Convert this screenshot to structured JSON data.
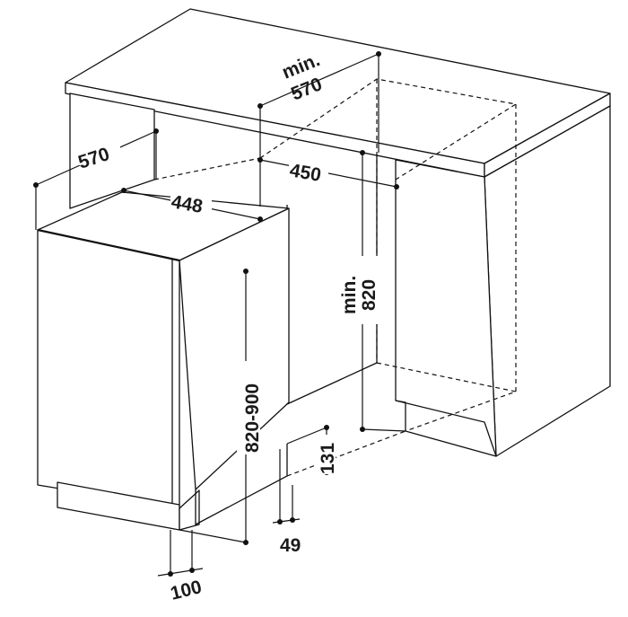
{
  "diagram": {
    "labels": {
      "min_top": "min.",
      "depth_niche": "570",
      "depth_left": "570",
      "width_niche": "450",
      "width_appliance": "448",
      "min_side": "min.",
      "height_niche": "820",
      "height_appliance": "820-900",
      "plinth_height": "131",
      "plinth_depth": "49",
      "door_offset": "100"
    },
    "colors": {
      "line": "#111111",
      "background": "#ffffff"
    }
  }
}
